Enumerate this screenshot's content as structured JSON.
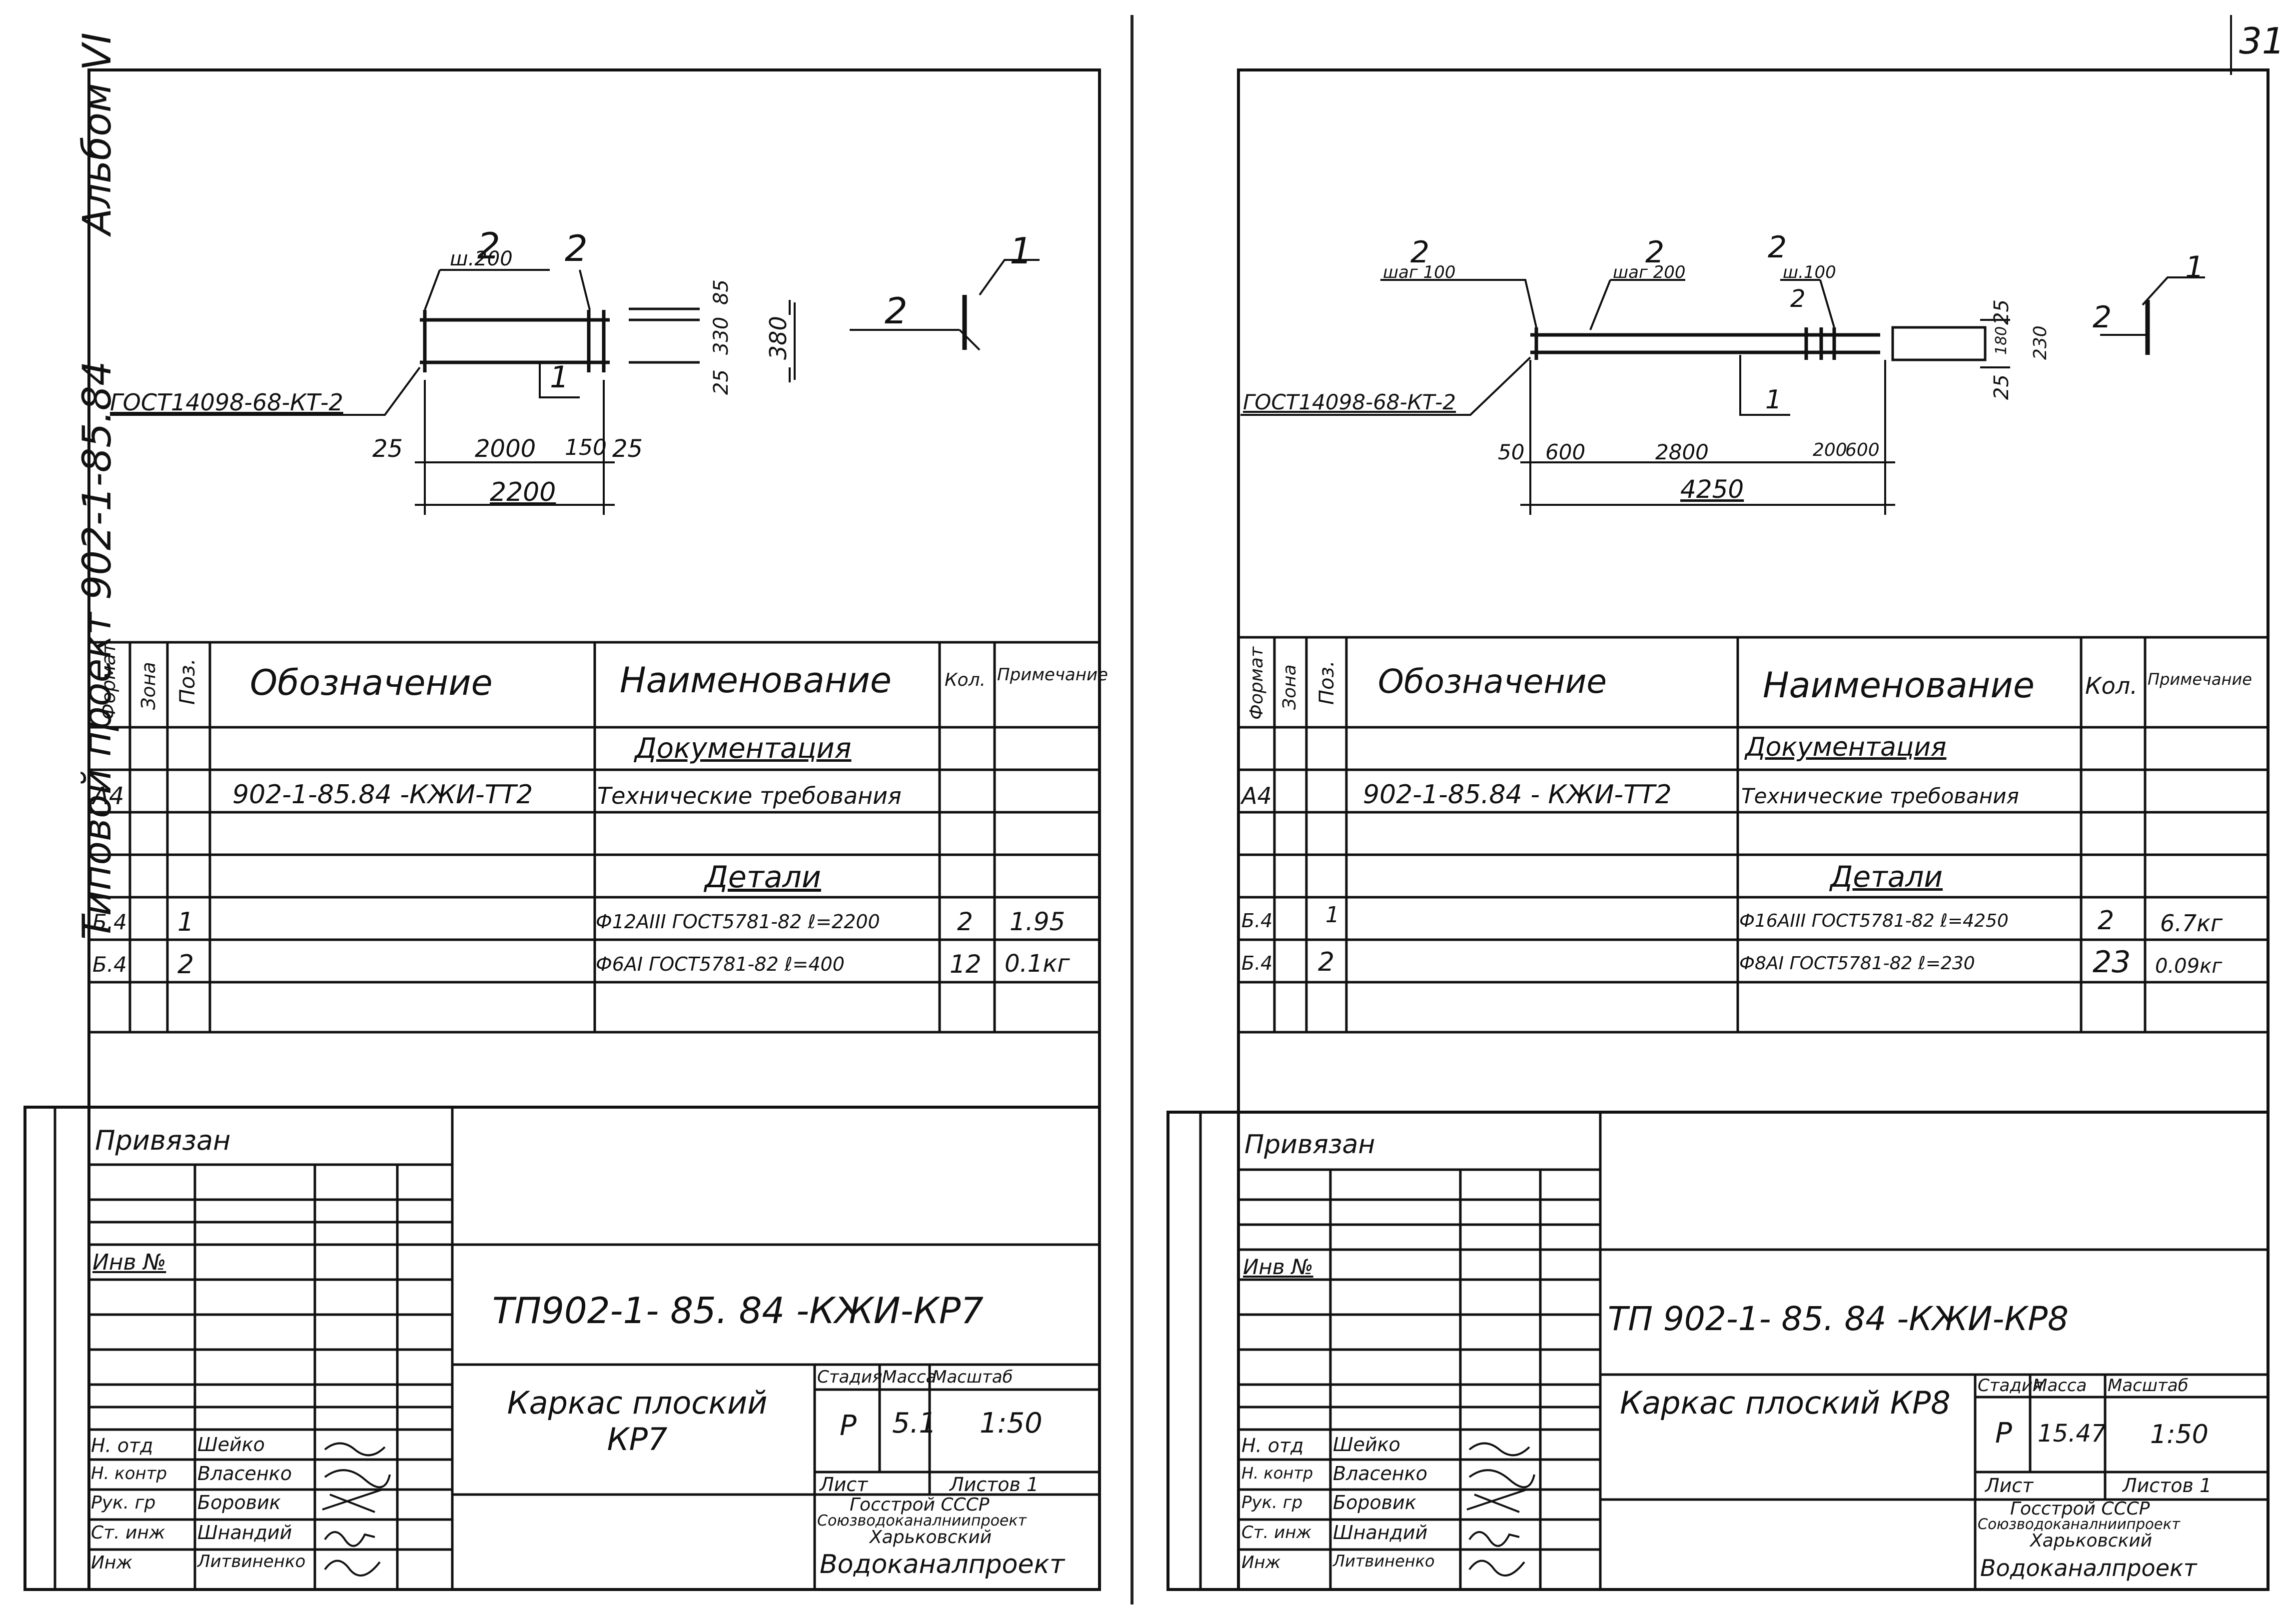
{
  "page_number": "31",
  "album_label": "Альбом VI",
  "project_label": "Типовой проект 902-1-85.84",
  "sheets": [
    {
      "drawing": {
        "standard": "ГОСТ14098-68-КТ-2",
        "callouts": [
          "2",
          "2",
          "2",
          "1",
          "1"
        ],
        "pitch": "ш.200",
        "dims_bottom": [
          "25",
          "2000",
          "150",
          "25"
        ],
        "dim_total": "2200",
        "dims_side": [
          "85",
          "330",
          "25",
          "380"
        ]
      },
      "spec": {
        "headers": {
          "format": "Формат",
          "zone": "Зона",
          "pos": "Поз.",
          "designation": "Обозначение",
          "name": "Наименование",
          "qty": "Кол.",
          "note": "Примечание"
        },
        "section_docs": "Документация",
        "doc_row": {
          "format": "А4",
          "designation": "902-1-85.84 -КЖИ-ТТ2",
          "name": "Технические требования"
        },
        "section_parts": "Детали",
        "rows": [
          {
            "format": "Б.4",
            "pos": "1",
            "name": "Ф12АIII ГОСТ5781-82 ℓ=2200",
            "qty": "2",
            "note": "1.95"
          },
          {
            "format": "Б.4",
            "pos": "2",
            "name": "Ф6АI ГОСТ5781-82 ℓ=400",
            "qty": "12",
            "note": "0.1кг"
          }
        ]
      },
      "stamp": {
        "bound": "Привязан",
        "inv": "Инв №",
        "code": "ТП902-1- 85. 84 -КЖИ-КР7",
        "title": "Каркас плоский КР7",
        "stage_h": "Стадия",
        "mass_h": "Масса",
        "scale_h": "Масштаб",
        "stage": "Р",
        "mass": "5.1",
        "scale": "1:50",
        "sheet_h": "Лист",
        "sheets_h": "Листов 1",
        "org": [
          "Госстрой СССР",
          "Союзводоканалниипроект",
          "Харьковский",
          "Водоканалпроект"
        ],
        "roles": [
          {
            "role": "Н. отд",
            "name": "Шейко"
          },
          {
            "role": "Н. контр",
            "name": "Власенко"
          },
          {
            "role": "Рук. гр",
            "name": "Боровик"
          },
          {
            "role": "Ст. инж",
            "name": "Шнандий"
          },
          {
            "role": "Инж",
            "name": "Литвиненко"
          }
        ]
      }
    },
    {
      "drawing": {
        "standard": "ГОСТ14098-68-КТ-2",
        "callouts": [
          "2",
          "2",
          "2",
          "2",
          "1",
          "1",
          "2"
        ],
        "pitches": [
          "шаг 100",
          "шаг 200",
          "ш.100"
        ],
        "dims_bottom": [
          "50",
          "600",
          "2800",
          "200",
          "600"
        ],
        "dim_total": "4250",
        "dims_side": [
          "25",
          "180",
          "25",
          "230"
        ]
      },
      "spec": {
        "headers": {
          "format": "Формат",
          "zone": "Зона",
          "pos": "Поз.",
          "designation": "Обозначение",
          "name": "Наименование",
          "qty": "Кол.",
          "note": "Примечание"
        },
        "section_docs": "Документация",
        "doc_row": {
          "format": "А4",
          "designation": "902-1-85.84 - КЖИ-ТТ2",
          "name": "Технические требования"
        },
        "section_parts": "Детали",
        "rows": [
          {
            "format": "Б.4",
            "pos": "1",
            "name": "Ф16АIII ГОСТ5781-82 ℓ=4250",
            "qty": "2",
            "note": "6.7кг"
          },
          {
            "format": "Б.4",
            "pos": "2",
            "name": "Ф8АI ГОСТ5781-82 ℓ=230",
            "qty": "23",
            "note": "0.09кг"
          }
        ]
      },
      "stamp": {
        "bound": "Привязан",
        "inv": "Инв №",
        "code": "ТП 902-1- 85. 84 -КЖИ-КР8",
        "title": "Каркас плоский КР8",
        "stage_h": "Стадия",
        "mass_h": "Масса",
        "scale_h": "Масштаб",
        "stage": "Р",
        "mass": "15.47",
        "scale": "1:50",
        "sheet_h": "Лист",
        "sheets_h": "Листов 1",
        "org": [
          "Госстрой СССР",
          "Союзводоканалниипроект",
          "Харьковский",
          "Водоканалпроект"
        ],
        "roles": [
          {
            "role": "Н. отд",
            "name": "Шейко"
          },
          {
            "role": "Н. контр",
            "name": "Власенко"
          },
          {
            "role": "Рук. гр",
            "name": "Боровик"
          },
          {
            "role": "Ст. инж",
            "name": "Шнандий"
          },
          {
            "role": "Инж",
            "name": "Литвиненко"
          }
        ]
      }
    }
  ]
}
